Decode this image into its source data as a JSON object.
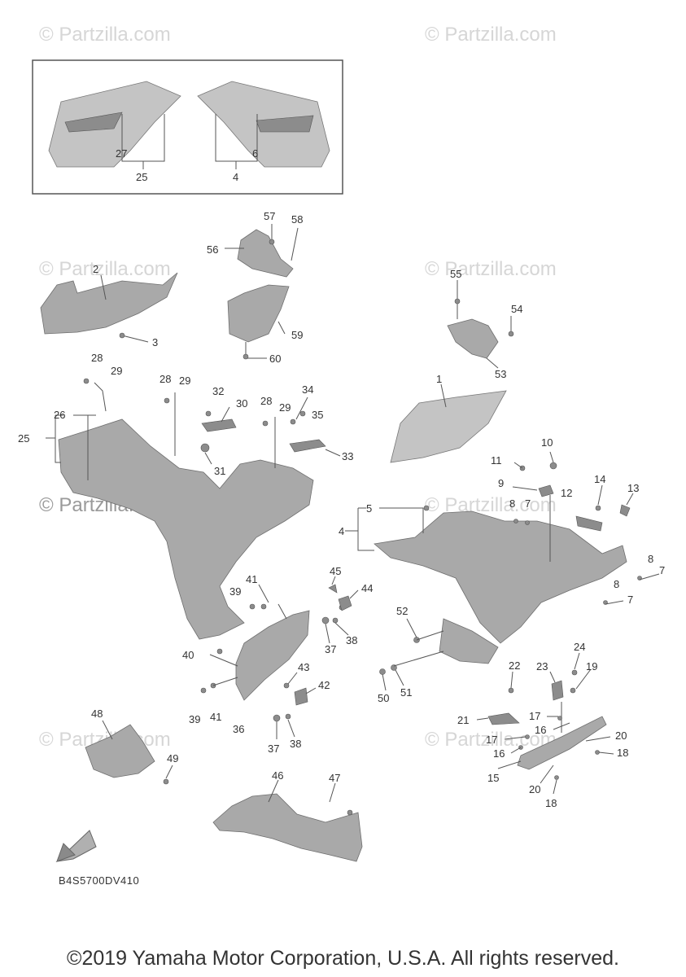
{
  "watermark": "© Partzilla.com",
  "diagram_code": "B4S5700DV410",
  "copyright": "©2019 Yamaha Motor Corporation, U.S.A. All rights reserved.",
  "callouts": {
    "c1": "1",
    "c2": "2",
    "c3": "3",
    "c4a": "4",
    "c4b": "4",
    "c5": "5",
    "c6": "6",
    "c7a": "7",
    "c7b": "7",
    "c7c": "7",
    "c8a": "8",
    "c8b": "8",
    "c8c": "8",
    "c9": "9",
    "c10": "10",
    "c11": "11",
    "c12": "12",
    "c13": "13",
    "c14": "14",
    "c15": "15",
    "c16a": "16",
    "c16b": "16",
    "c17a": "17",
    "c17b": "17",
    "c18a": "18",
    "c18b": "18",
    "c19": "19",
    "c20a": "20",
    "c20b": "20",
    "c21": "21",
    "c22": "22",
    "c23": "23",
    "c24": "24",
    "c25a": "25",
    "c25b": "25",
    "c26": "26",
    "c27": "27",
    "c28a": "28",
    "c28b": "28",
    "c28c": "28",
    "c29a": "29",
    "c29b": "29",
    "c29c": "29",
    "c30": "30",
    "c31": "31",
    "c32": "32",
    "c33": "33",
    "c34": "34",
    "c35": "35",
    "c36": "36",
    "c37a": "37",
    "c37b": "37",
    "c38a": "38",
    "c38b": "38",
    "c39a": "39",
    "c39b": "39",
    "c40": "40",
    "c41a": "41",
    "c41b": "41",
    "c42": "42",
    "c43": "43",
    "c44": "44",
    "c45": "45",
    "c46": "46",
    "c47": "47",
    "c48": "48",
    "c49": "49",
    "c50": "50",
    "c51": "51",
    "c52": "52",
    "c53": "53",
    "c54": "54",
    "c55": "55",
    "c56": "56",
    "c57": "57",
    "c58": "58",
    "c59": "59",
    "c60": "60"
  }
}
